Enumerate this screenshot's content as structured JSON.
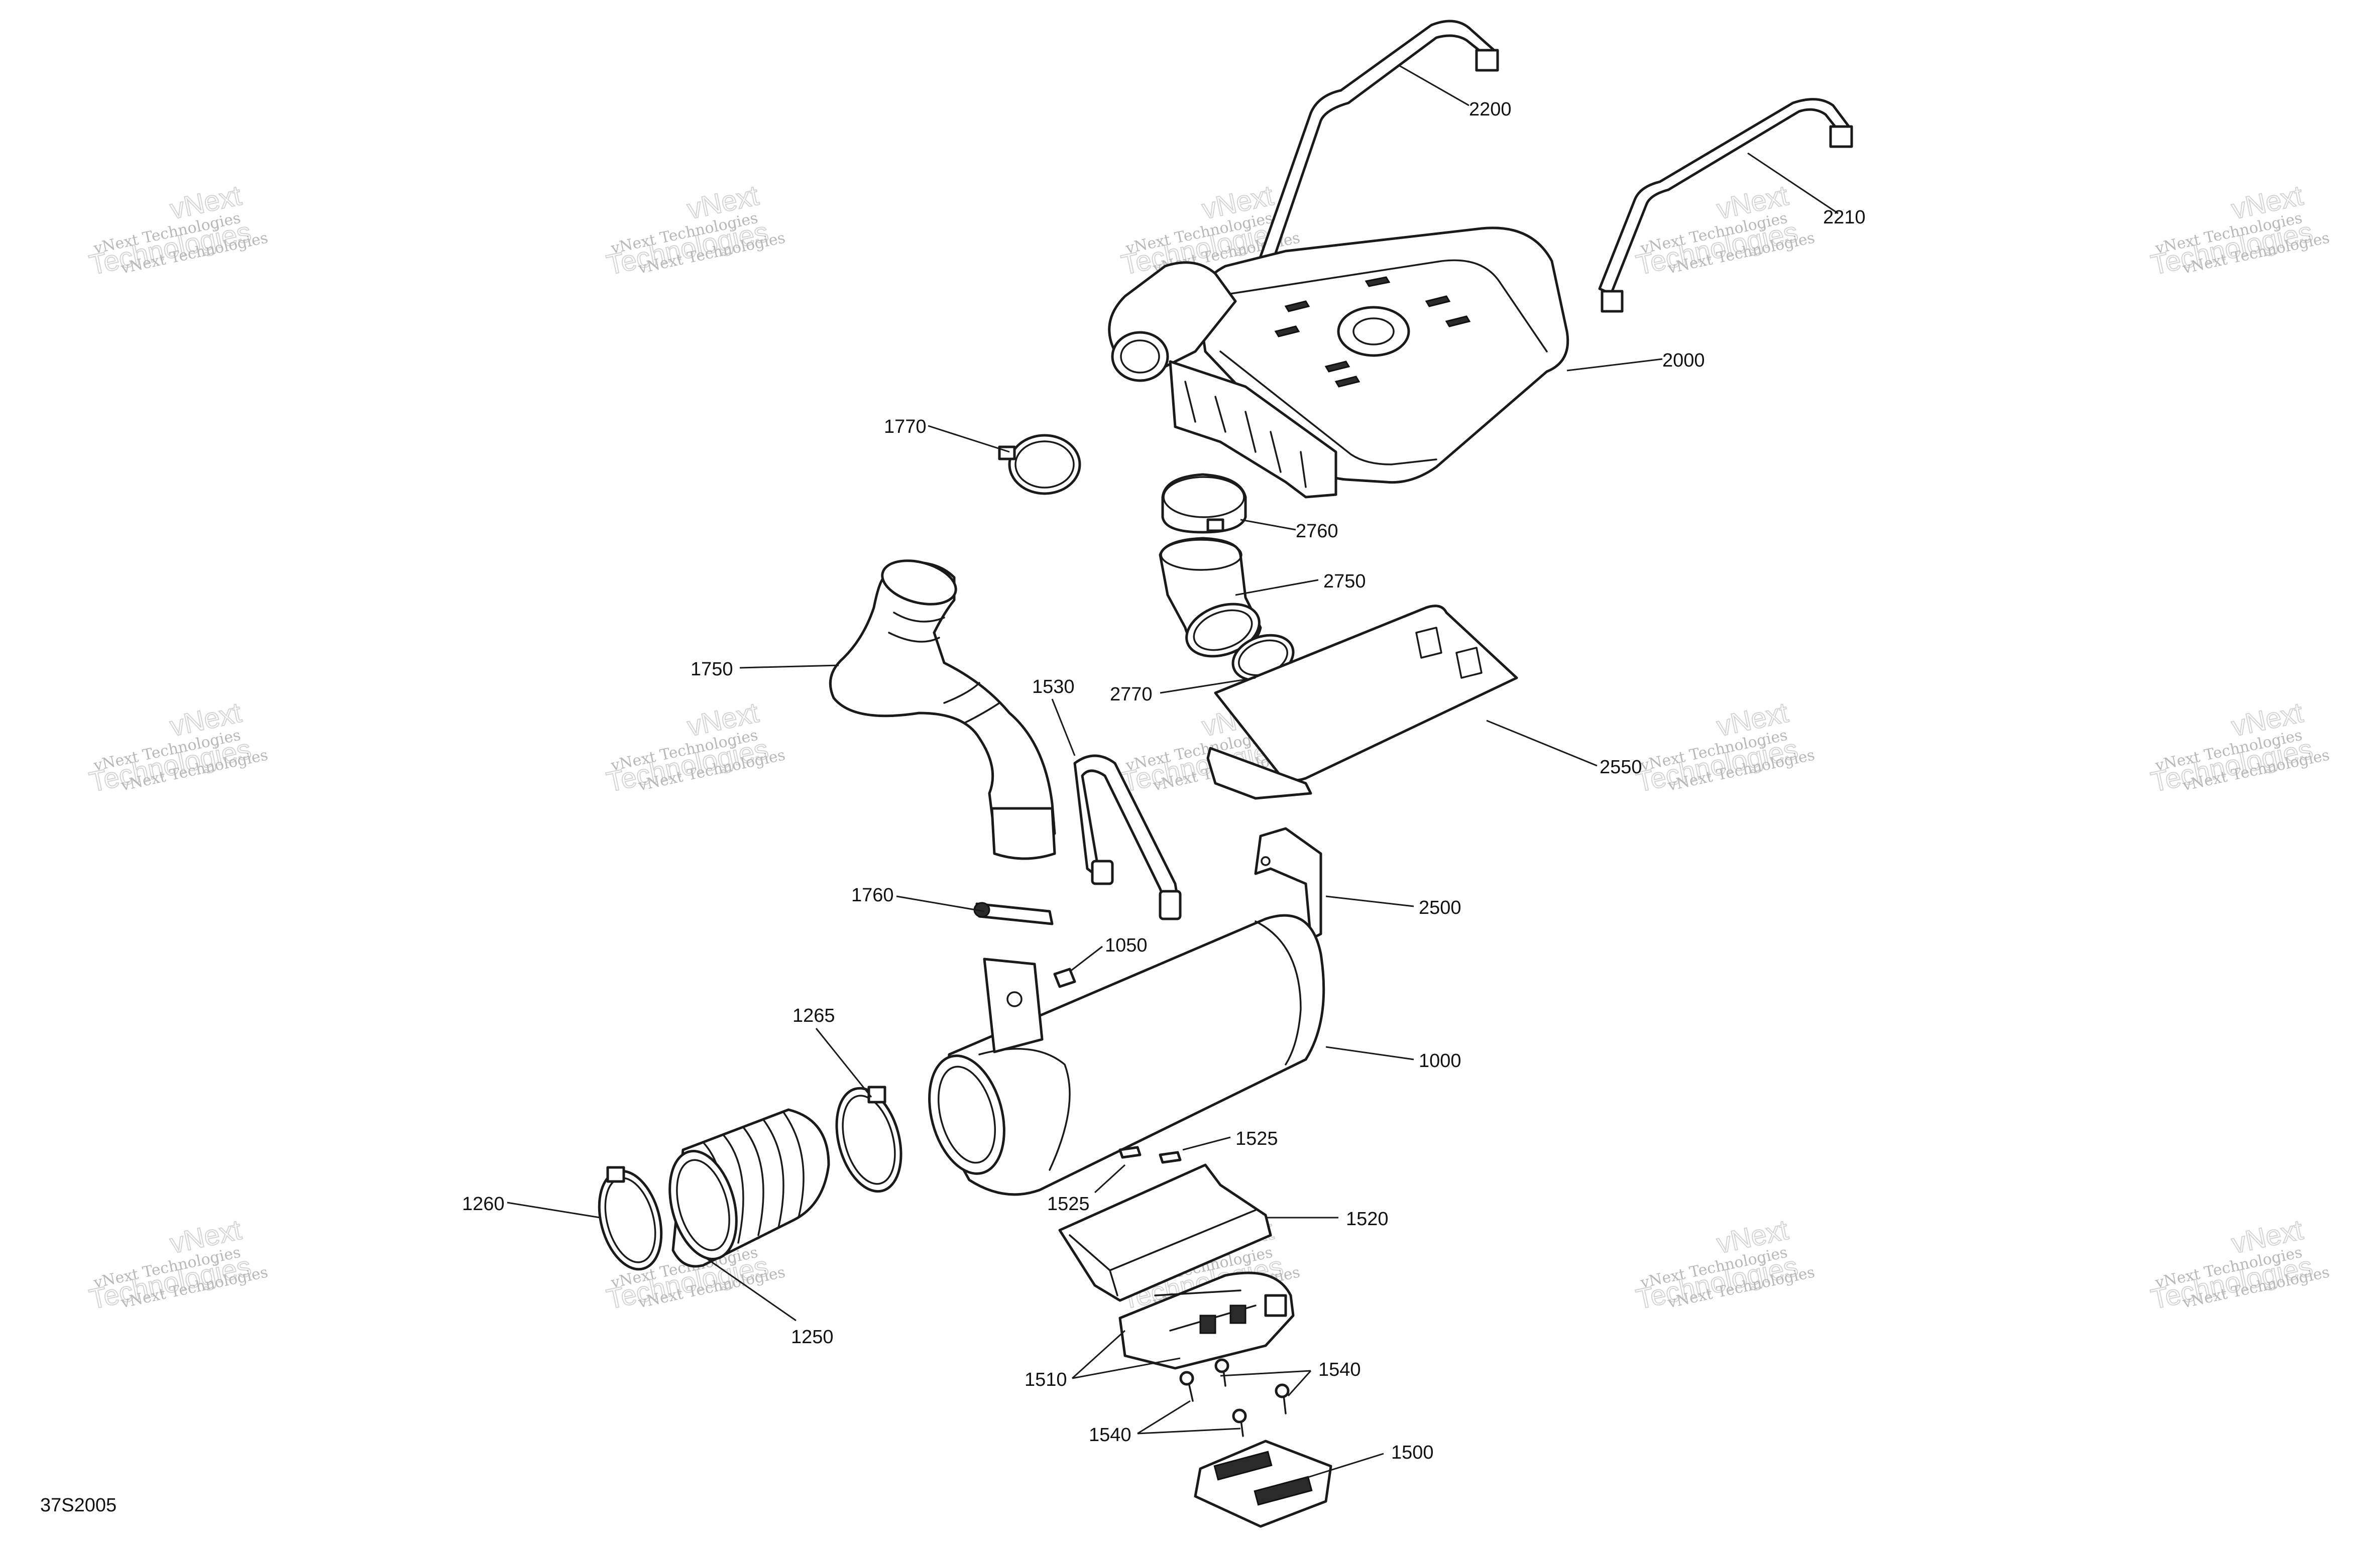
{
  "diagram_ref": "37S2005",
  "watermark": {
    "line_small": "vNext Technologies",
    "line_brand": "vNext",
    "line_big": "Technologies"
  },
  "callouts": [
    "2200",
    "2210",
    "2000",
    "1770",
    "2760",
    "2750",
    "2770",
    "1750",
    "1530",
    "2550",
    "2500",
    "1760",
    "1050",
    "1265",
    "1000",
    "1525",
    "1525",
    "1520",
    "1260",
    "1250",
    "1510",
    "1540",
    "1540",
    "1500"
  ]
}
